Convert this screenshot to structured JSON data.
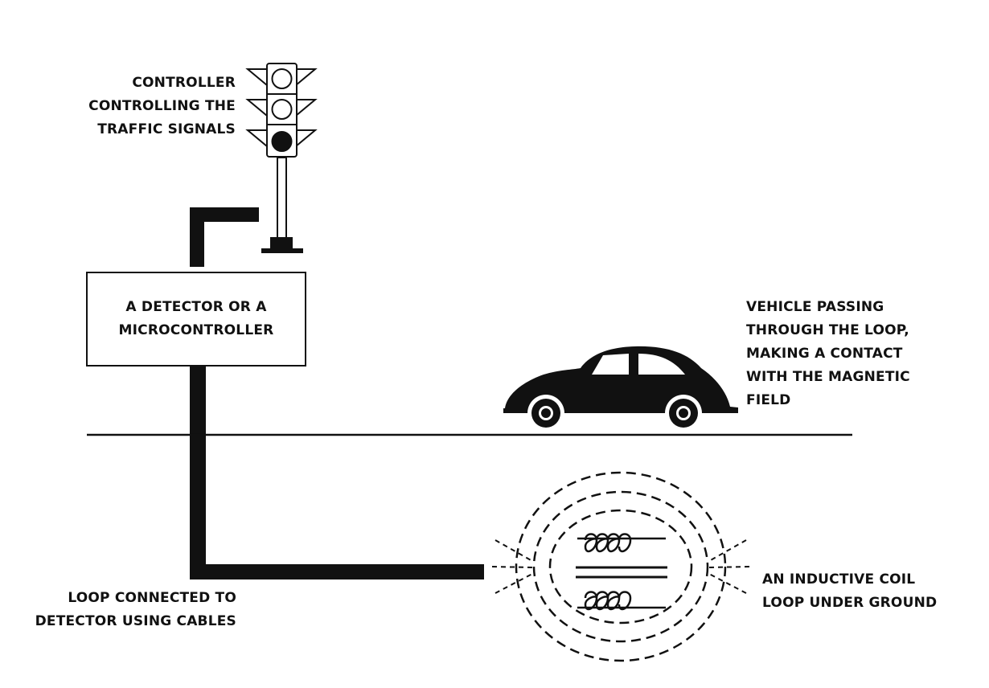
{
  "labels": {
    "controller": [
      "CONTROLLER",
      "CONTROLLING THE",
      "TRAFFIC SIGNALS"
    ],
    "detector": [
      "A DETECTOR OR A",
      "MICROCONTROLLER"
    ],
    "vehicle": [
      "VEHICLE PASSING",
      "THROUGH THE LOOP,",
      "MAKING A CONTACT",
      "WITH THE MAGNETIC",
      "FIELD"
    ],
    "loop_cable": [
      "LOOP CONNECTED TO",
      "DETECTOR USING CABLES"
    ],
    "coil": [
      "AN INDUCTIVE COIL",
      "LOOP UNDER GROUND"
    ]
  },
  "icons": {
    "traffic_light": "traffic-light-icon",
    "car": "car-icon",
    "coil": "inductive-coil-icon"
  },
  "colors": {
    "ink": "#111111",
    "background": "#ffffff"
  }
}
